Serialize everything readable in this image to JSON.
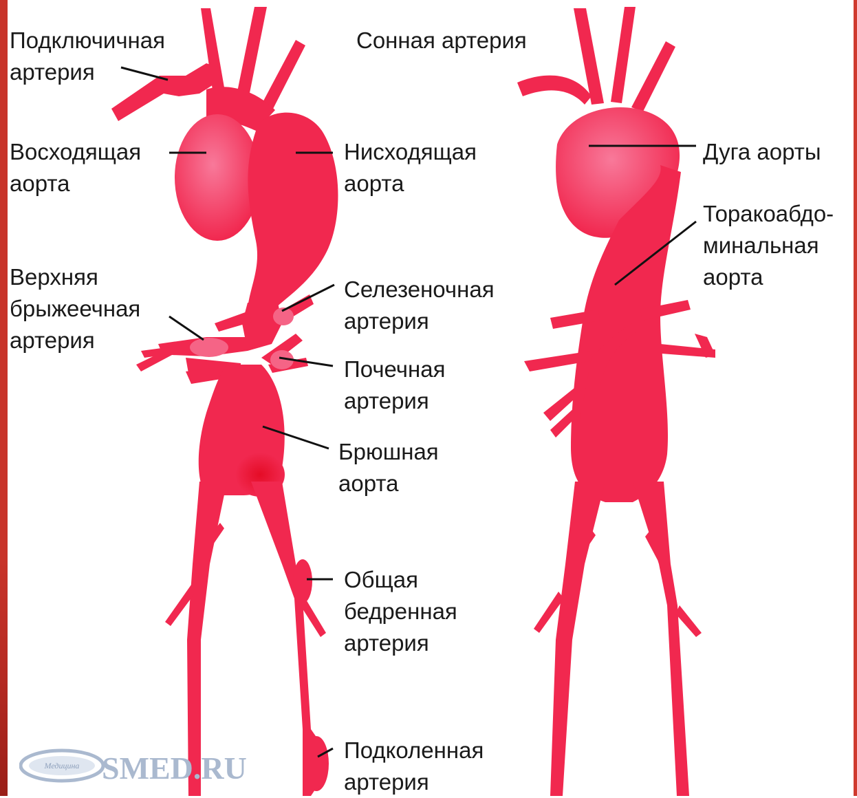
{
  "colors": {
    "artery": "#f1284f",
    "artery_light": "#f56486",
    "artery_dark": "#e8122f",
    "frame": "#c8342a",
    "leader": "#111111",
    "logo": "#aab9cf"
  },
  "labels": {
    "subclavian": [
      "Подключичная",
      "артерия"
    ],
    "ascending": [
      "Восходящая",
      "аорта"
    ],
    "descending": [
      "Нисходящая",
      "аорта"
    ],
    "superior_mesenteric": [
      "Верхняя",
      "брыжеечная",
      "артерия"
    ],
    "splenic": [
      "Селезеночная",
      "артерия"
    ],
    "renal": [
      "Почечная",
      "артерия"
    ],
    "abdominal": [
      "Брюшная",
      "аорта"
    ],
    "common_femoral": [
      "Общая",
      "бедренная",
      "артерия"
    ],
    "popliteal": [
      "Подколенная",
      "артерия"
    ],
    "carotid": [
      "Сонная артерия"
    ],
    "arch": [
      "Дуга аорты"
    ],
    "thoracoabdominal": [
      "Торакоабдо-",
      "минальная",
      "аорта"
    ]
  },
  "watermark": {
    "text": "SMED.RU",
    "emblem_text": "Медицина"
  }
}
